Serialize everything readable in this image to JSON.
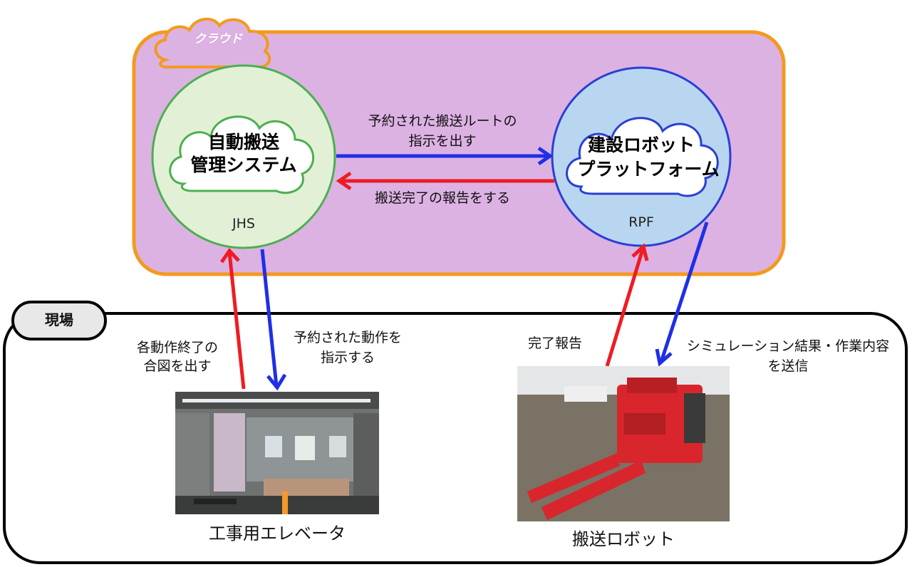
{
  "cloud": {
    "label": "クラウド"
  },
  "site": {
    "label": "現場"
  },
  "nodes": {
    "jhs": {
      "title_line1": "自動搬送",
      "title_line2": "管理システム",
      "abbr": "JHS"
    },
    "rpf": {
      "title_line1": "建設ロボット",
      "title_line2": "プラットフォーム",
      "abbr": "RPF"
    }
  },
  "arrows": {
    "jhs_to_rpf": {
      "line1": "予約された搬送ルートの",
      "line2": "指示を出す"
    },
    "rpf_to_jhs": {
      "line1": "搬送完了の報告をする"
    },
    "jhs_to_elevator": {
      "line1": "予約された動作を",
      "line2": "指示する"
    },
    "elevator_to_jhs": {
      "line1": "各動作終了の",
      "line2": "合図を出す"
    },
    "robot_to_rpf": {
      "line1": "完了報告"
    },
    "rpf_to_robot": {
      "line1": "シミュレーション結果・作業内容",
      "line2": "を送信"
    }
  },
  "devices": {
    "elevator": {
      "label": "工事用エレベータ"
    },
    "robot": {
      "label": "搬送ロボット"
    }
  },
  "colors": {
    "cloud_fill": "#dcb2e3",
    "cloud_border": "#f39a1e",
    "jhs_fill": "#e2f1d6",
    "jhs_border": "#4caf50",
    "rpf_fill": "#b9d6f0",
    "rpf_border": "#2a3fd4",
    "blue_arrow": "#1f2fe6",
    "red_arrow": "#ee1c24",
    "site_border": "#000000"
  }
}
